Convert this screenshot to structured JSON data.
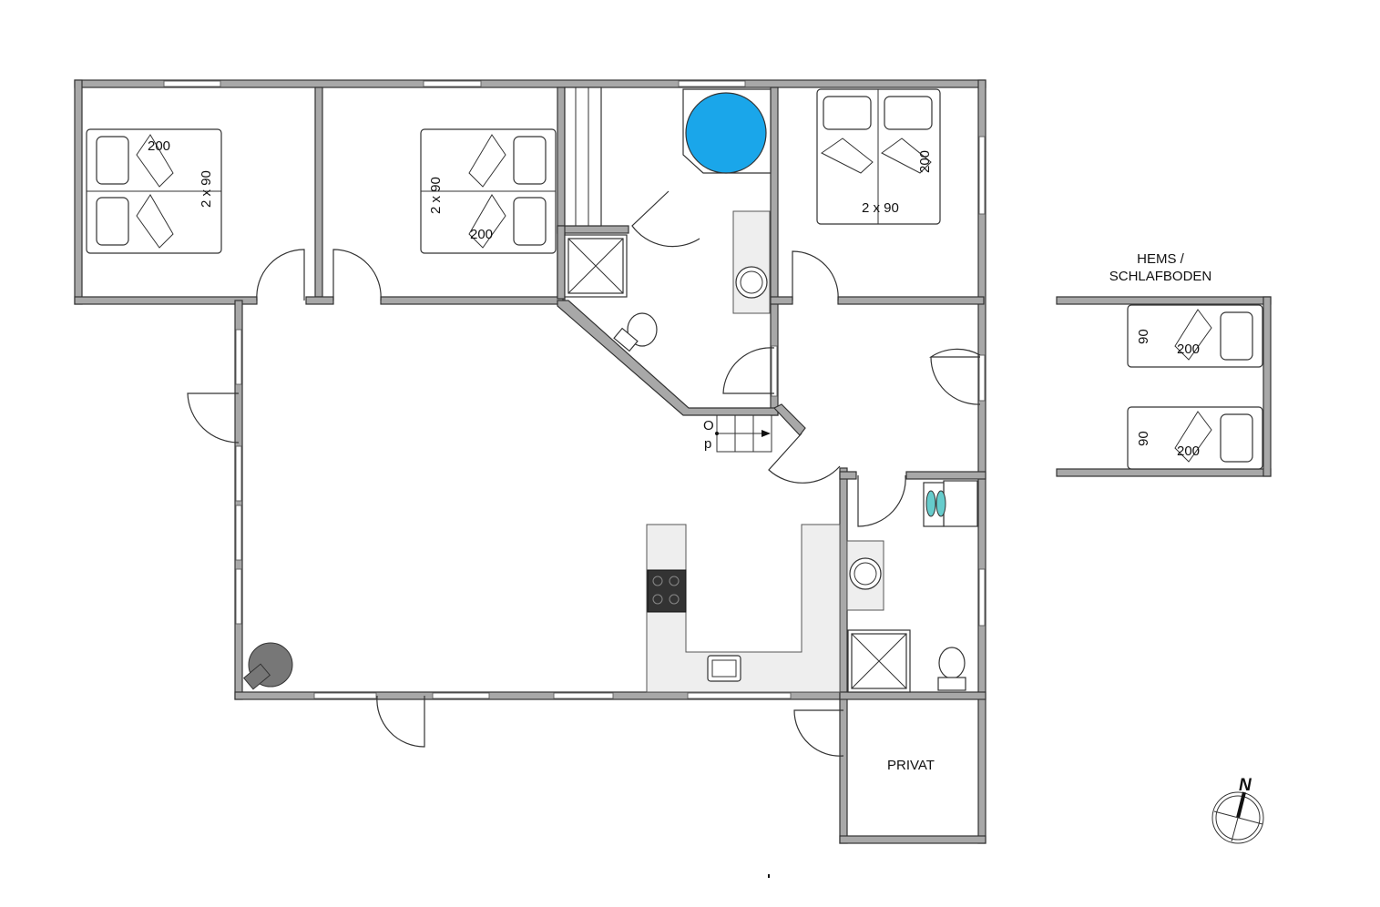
{
  "plan": {
    "rooms": {
      "loft_label_line1": "HEMS /",
      "loft_label_line2": "SCHLAFBODEN",
      "private_label": "PRIVAT"
    },
    "beds": {
      "bedroom1_length": "200",
      "bedroom1_width": "2 x 90",
      "bedroom2_length": "200",
      "bedroom2_width": "2 x 90",
      "bedroom3_length": "200",
      "bedroom3_width": "2 x 90",
      "loft_bed1_width": "90",
      "loft_bed1_length": "200",
      "loft_bed2_width": "90",
      "loft_bed2_length": "200"
    },
    "stairs": {
      "label_top": "O",
      "label_bottom": "p"
    },
    "compass": {
      "label": "N"
    },
    "colors": {
      "wall": "#a8a8a8",
      "bathtub": "#1aa6ea"
    }
  }
}
